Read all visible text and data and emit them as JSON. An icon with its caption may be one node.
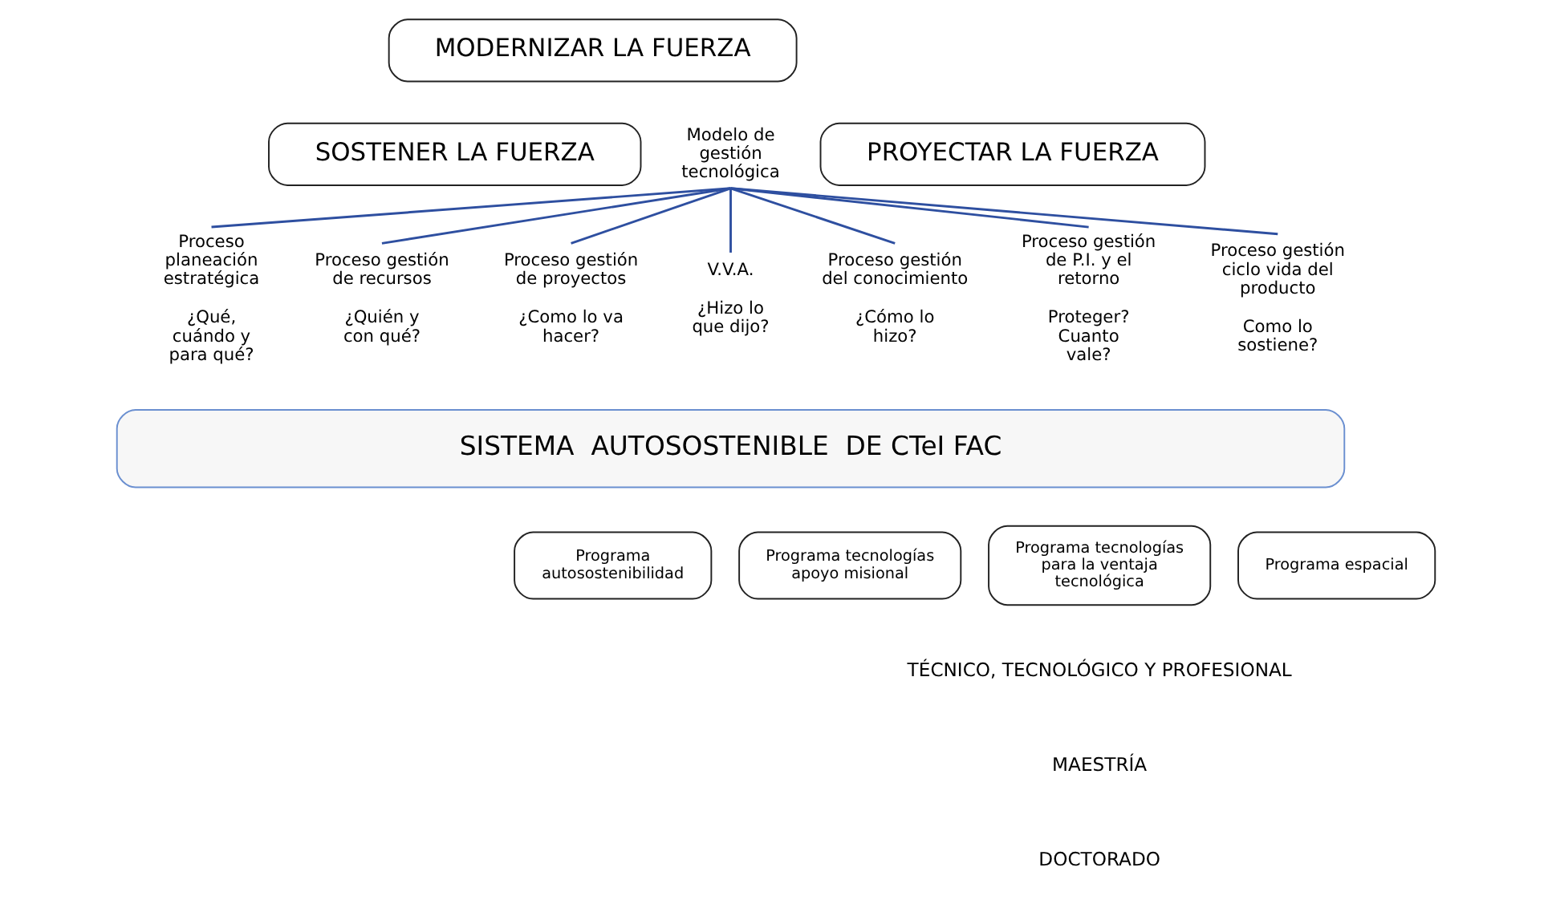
{
  "diagram": {
    "nodes": [
      {
        "text": [
          "MODERNIZAR LA FUERZA"
        ]
      },
      {
        "text": [
          "SOSTENER LA FUERZA"
        ]
      },
      {
        "text": [
          "Modelo de gestión tecnológica"
        ]
      },
      {
        "text": [
          "PROYECTAR LA FUERZA"
        ]
      },
      {
        "text": [
          "Proceso planeación estratégica"
        ],
        "beside": [
          "¿Qué, cuándo y para qué?"
        ]
      },
      {
        "text": [
          "Proceso gestión de recursos"
        ],
        "beside": [
          "¿Quién y con qué?"
        ]
      },
      {
        "text": [
          "Proceso gestión de proyectos"
        ],
        "beside": [
          "¿Como lo va hacer?"
        ]
      },
      {
        "text": [
          "V.V.A."
        ],
        "beside": [
          "¿Hizo lo que dijo?"
        ]
      },
      {
        "text": [
          "Proceso gestión del conocimiento"
        ],
        "beside": [
          "¿Cómo lo hizo?"
        ]
      },
      {
        "text": [
          "Proceso gestión de P.I. y el retorno"
        ],
        "beside": [
          "Proteger? Cuanto vale?"
        ]
      },
      {
        "text": [
          "Proceso gestión ciclo vida del producto"
        ],
        "beside": [
          "Como lo sostiene?"
        ]
      },
      {
        "text": [
          "SISTEMA  AUTOSOSTENIBLE  DE CTeI FAC"
        ]
      },
      {
        "text": [
          "Programa autosostenibilidad"
        ]
      },
      {
        "text": [
          "Programa tecnologías apoyo misional"
        ]
      },
      {
        "text": [
          "Programa tecnologías para la ventaja tecnológica"
        ]
      },
      {
        "text": [
          "Programa espacial"
        ]
      }
    ],
    "edges": [
      {
        "from": 2,
        "to": 4,
        "arrow": "none"
      },
      {
        "from": 2,
        "to": 5,
        "arrow": "none"
      },
      {
        "from": 2,
        "to": 6,
        "arrow": "none"
      },
      {
        "from": 2,
        "to": 7,
        "arrow": "none"
      },
      {
        "from": 2,
        "to": 8,
        "arrow": "none"
      },
      {
        "from": 2,
        "to": 9,
        "arrow": "none"
      },
      {
        "from": 2,
        "to": 10,
        "arrow": "none"
      }
    ],
    "labels": [
      "TÉCNICO, TECNOLÓGICO Y PROFESIONAL",
      "MAESTRÍA",
      "DOCTORADO"
    ]
  }
}
